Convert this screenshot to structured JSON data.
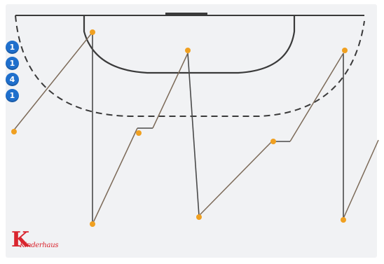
{
  "diagram": {
    "player_badges": [
      "1",
      "1",
      "4",
      "1"
    ],
    "logo_text": "Kinderhaus",
    "colors": {
      "court_background": "#f1f2f4",
      "court_lines": "#3a3a3a",
      "run_path": "#4a4a4a",
      "pass_path": "#c88a2a",
      "player_marker": "#f0a020",
      "badge": "#1f6fcc",
      "logo": "#d9252e"
    },
    "icons": {
      "player_marker": "cone-icon",
      "badge": "number-badge"
    }
  }
}
